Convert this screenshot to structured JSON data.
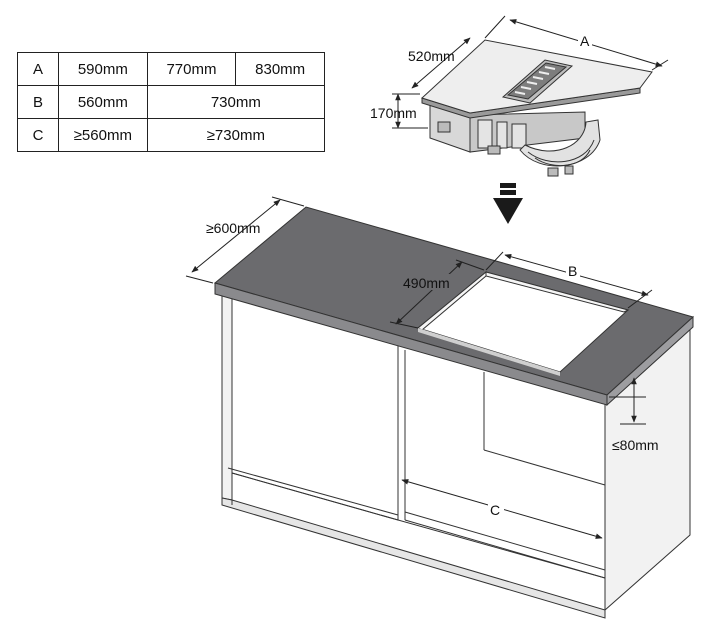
{
  "table": {
    "rows": [
      {
        "key": "A",
        "cells": [
          "590mm",
          "770mm",
          "830mm"
        ]
      },
      {
        "key": "B",
        "cells": [
          "560mm",
          "730mm"
        ]
      },
      {
        "key": "C",
        "cells": [
          "≥560mm",
          "≥730mm"
        ]
      }
    ]
  },
  "hob": {
    "width_label": "A",
    "depth_label": "520mm",
    "height_label": "170mm"
  },
  "worktop": {
    "depth_label": "≥600mm",
    "cutout_depth_label": "490mm",
    "cutout_width_label": "B",
    "thickness_label": "≤80mm"
  },
  "cabinet": {
    "inner_width_label": "C"
  },
  "colors": {
    "worktop_top": "#6b6b6e",
    "worktop_edge": "#8a8a8d",
    "hob_glass": "#eeeeee",
    "line": "#222222",
    "arrow": "#1a1a1a"
  }
}
